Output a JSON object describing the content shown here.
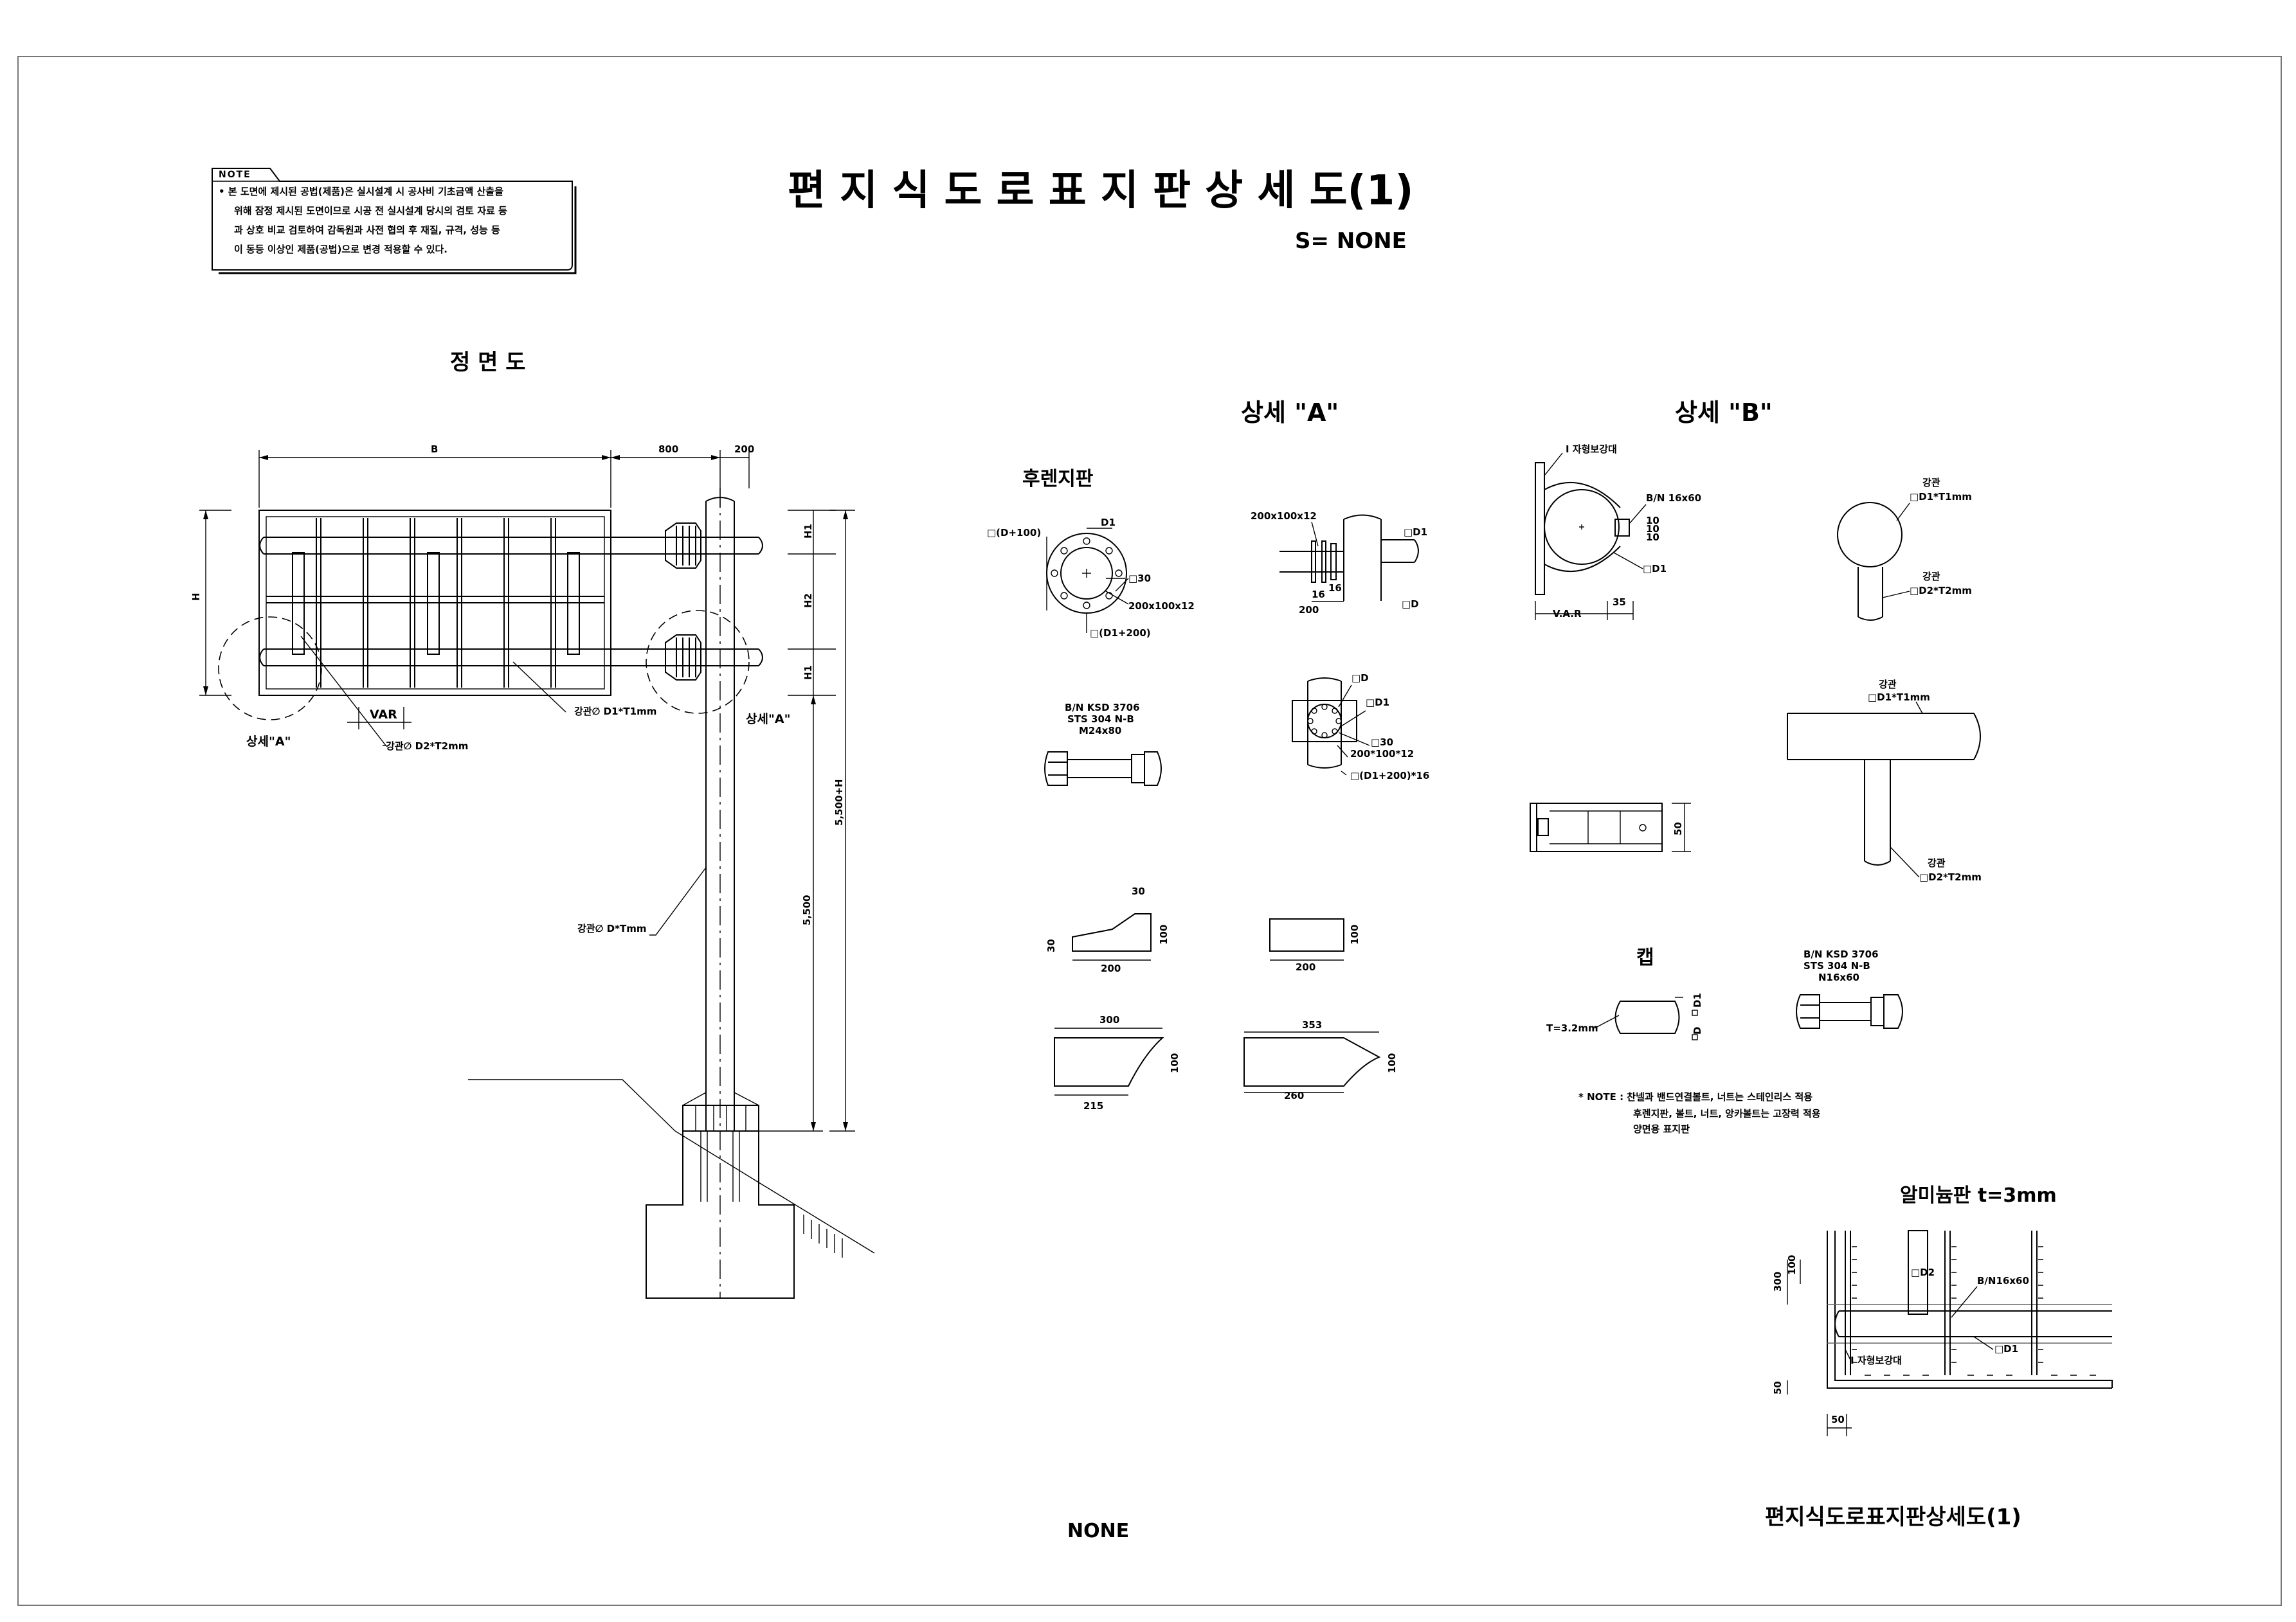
{
  "title": "편 지 식 도 로 표 지 판 상 세 도(1)",
  "scale": "S= NONE",
  "note": {
    "tag": "NOTE",
    "lines": [
      "•  본  도면에  제시된  공법(제품)은  실시설계  시  공사비  기초금액  산출을",
      "위해  잠정  제시된  도면이므로  시공  전  실시설계  당시의  검토  자료  등",
      "과  상호  비교  검토하여  감독원과  사전  협의  후   재질,  규격,  성능  등",
      "이  동등  이상인  제품(공법)으로  변경  적용할  수  있다."
    ]
  },
  "front_view": {
    "title": "정 면 도",
    "dims": {
      "B": "B",
      "d800": "800",
      "d200": "200",
      "H": "H",
      "H1a": "H1",
      "H2": "H2",
      "H1b": "H1",
      "h5500H": "5,500+H",
      "h5500": "5,500",
      "VAR": "VAR"
    },
    "labels": {
      "detailA_left": "상세\"A\"",
      "detailA_right": "상세\"A\"",
      "pipe_d2": "강관∅ D2*T2mm",
      "pipe_d1": "강관∅ D1*T1mm",
      "pipe_main": "강관∅ D*Tmm"
    }
  },
  "detail_a": {
    "title": "상세  \"A\"",
    "flange_title": "후렌지판",
    "labels": {
      "d100": "□(D+100)",
      "d1": "D1",
      "s30a": "□30",
      "plate": "200x100x12",
      "d1_200": "□(D1+200)",
      "plate2": "200x100x12",
      "sD1": "□D1",
      "sD": "□D",
      "d16a": "16",
      "d16b": "16",
      "d200": "200",
      "bn1": "B/N  KSD  3706",
      "bn2": "STS  304  N-B",
      "bn3": "M24x80",
      "sD_b": "□D",
      "sD1_b": "□D1",
      "s30b": "□30",
      "plate3": "200*100*12",
      "d1_200_16": "□(D1+200)*16",
      "r30a": "30",
      "r30b": "30",
      "r100a": "100",
      "r200a": "200",
      "r100b": "100",
      "r200b": "200",
      "r300": "300",
      "r100c": "100",
      "r215": "215",
      "r353": "353",
      "r100d": "100",
      "r260": "260"
    }
  },
  "detail_b": {
    "title": "상세  \"B\"",
    "labels": {
      "ibeam": "I  자형보강대",
      "bn": "B/N  16x60",
      "t10a": "10",
      "t10b": "10",
      "t10c": "10",
      "sD1": "□D1",
      "var": "V.A.R",
      "d35": "35",
      "pipe1a": "강관",
      "pipe1b": "□D1*T1mm",
      "pipe2a": "강관",
      "pipe2b": "□D2*T2mm",
      "pipe3a": "강관",
      "pipe3b": "□D1*T1mm",
      "pipe4a": "강관",
      "pipe4b": "□D2*T2mm",
      "d50": "50",
      "cap": "캡",
      "t32": "T=3.2mm",
      "cD1": "D1",
      "cD": "D",
      "bn_b1": "B/N  KSD  3706",
      "bn_b2": "STS  304  N-B",
      "bn_b3": "N16x60",
      "note1": "*  NOTE  :  찬넬과  밴드연결볼트,  너트는  스테인리스  적용",
      "note2": "후렌지판,  볼트,  너트,  앙카볼트는  고장력  적용",
      "note3": "양면용  표지판"
    }
  },
  "alum": {
    "title": "알미늄판  t=3mm",
    "labels": {
      "d300": "300",
      "d100": "100",
      "sD2": "□D2",
      "bn": "B/N16x60",
      "sD1": "□D1",
      "ibeam": "I  자형보강대",
      "d50a": "50",
      "d50b": "50"
    }
  },
  "footer": {
    "scale": "NONE",
    "title": "편지식도로표지판상세도(1)"
  }
}
